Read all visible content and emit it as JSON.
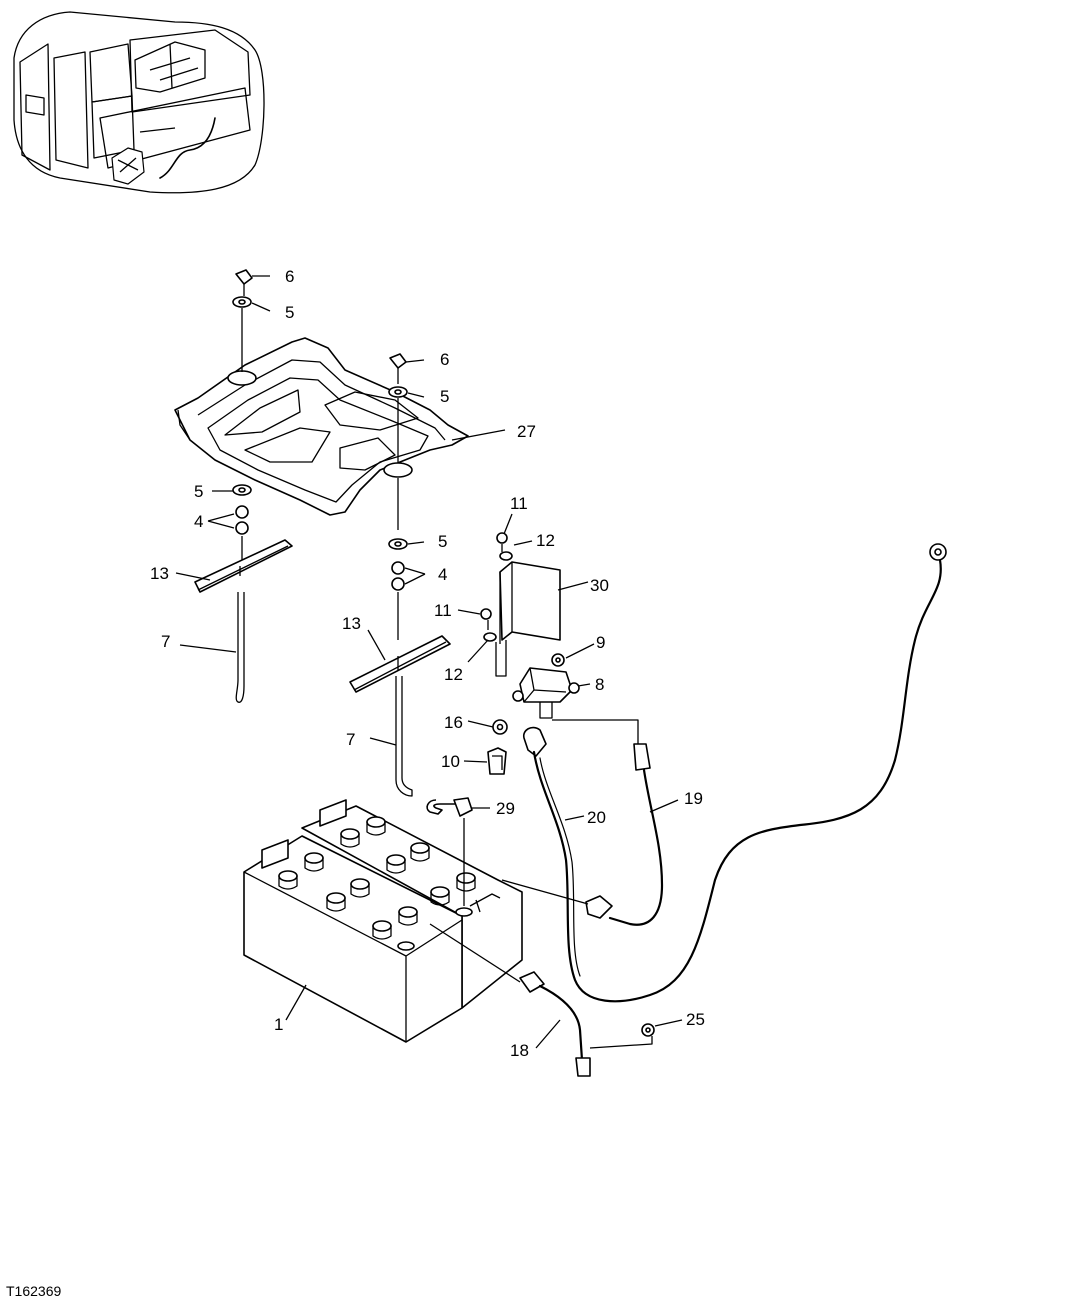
{
  "figure_id": "T162369",
  "callouts": {
    "c1": "1",
    "c4a": "4",
    "c4b": "4",
    "c5a": "5",
    "c5b": "5",
    "c5c": "5",
    "c5d": "5",
    "c6a": "6",
    "c6b": "6",
    "c7a": "7",
    "c7b": "7",
    "c8": "8",
    "c9": "9",
    "c10": "10",
    "c11a": "11",
    "c11b": "11",
    "c12a": "12",
    "c12b": "12",
    "c13a": "13",
    "c13b": "13",
    "c16": "16",
    "c18": "18",
    "c19": "19",
    "c20": "20",
    "c25": "25",
    "c27": "27",
    "c29": "29",
    "c30": "30"
  }
}
